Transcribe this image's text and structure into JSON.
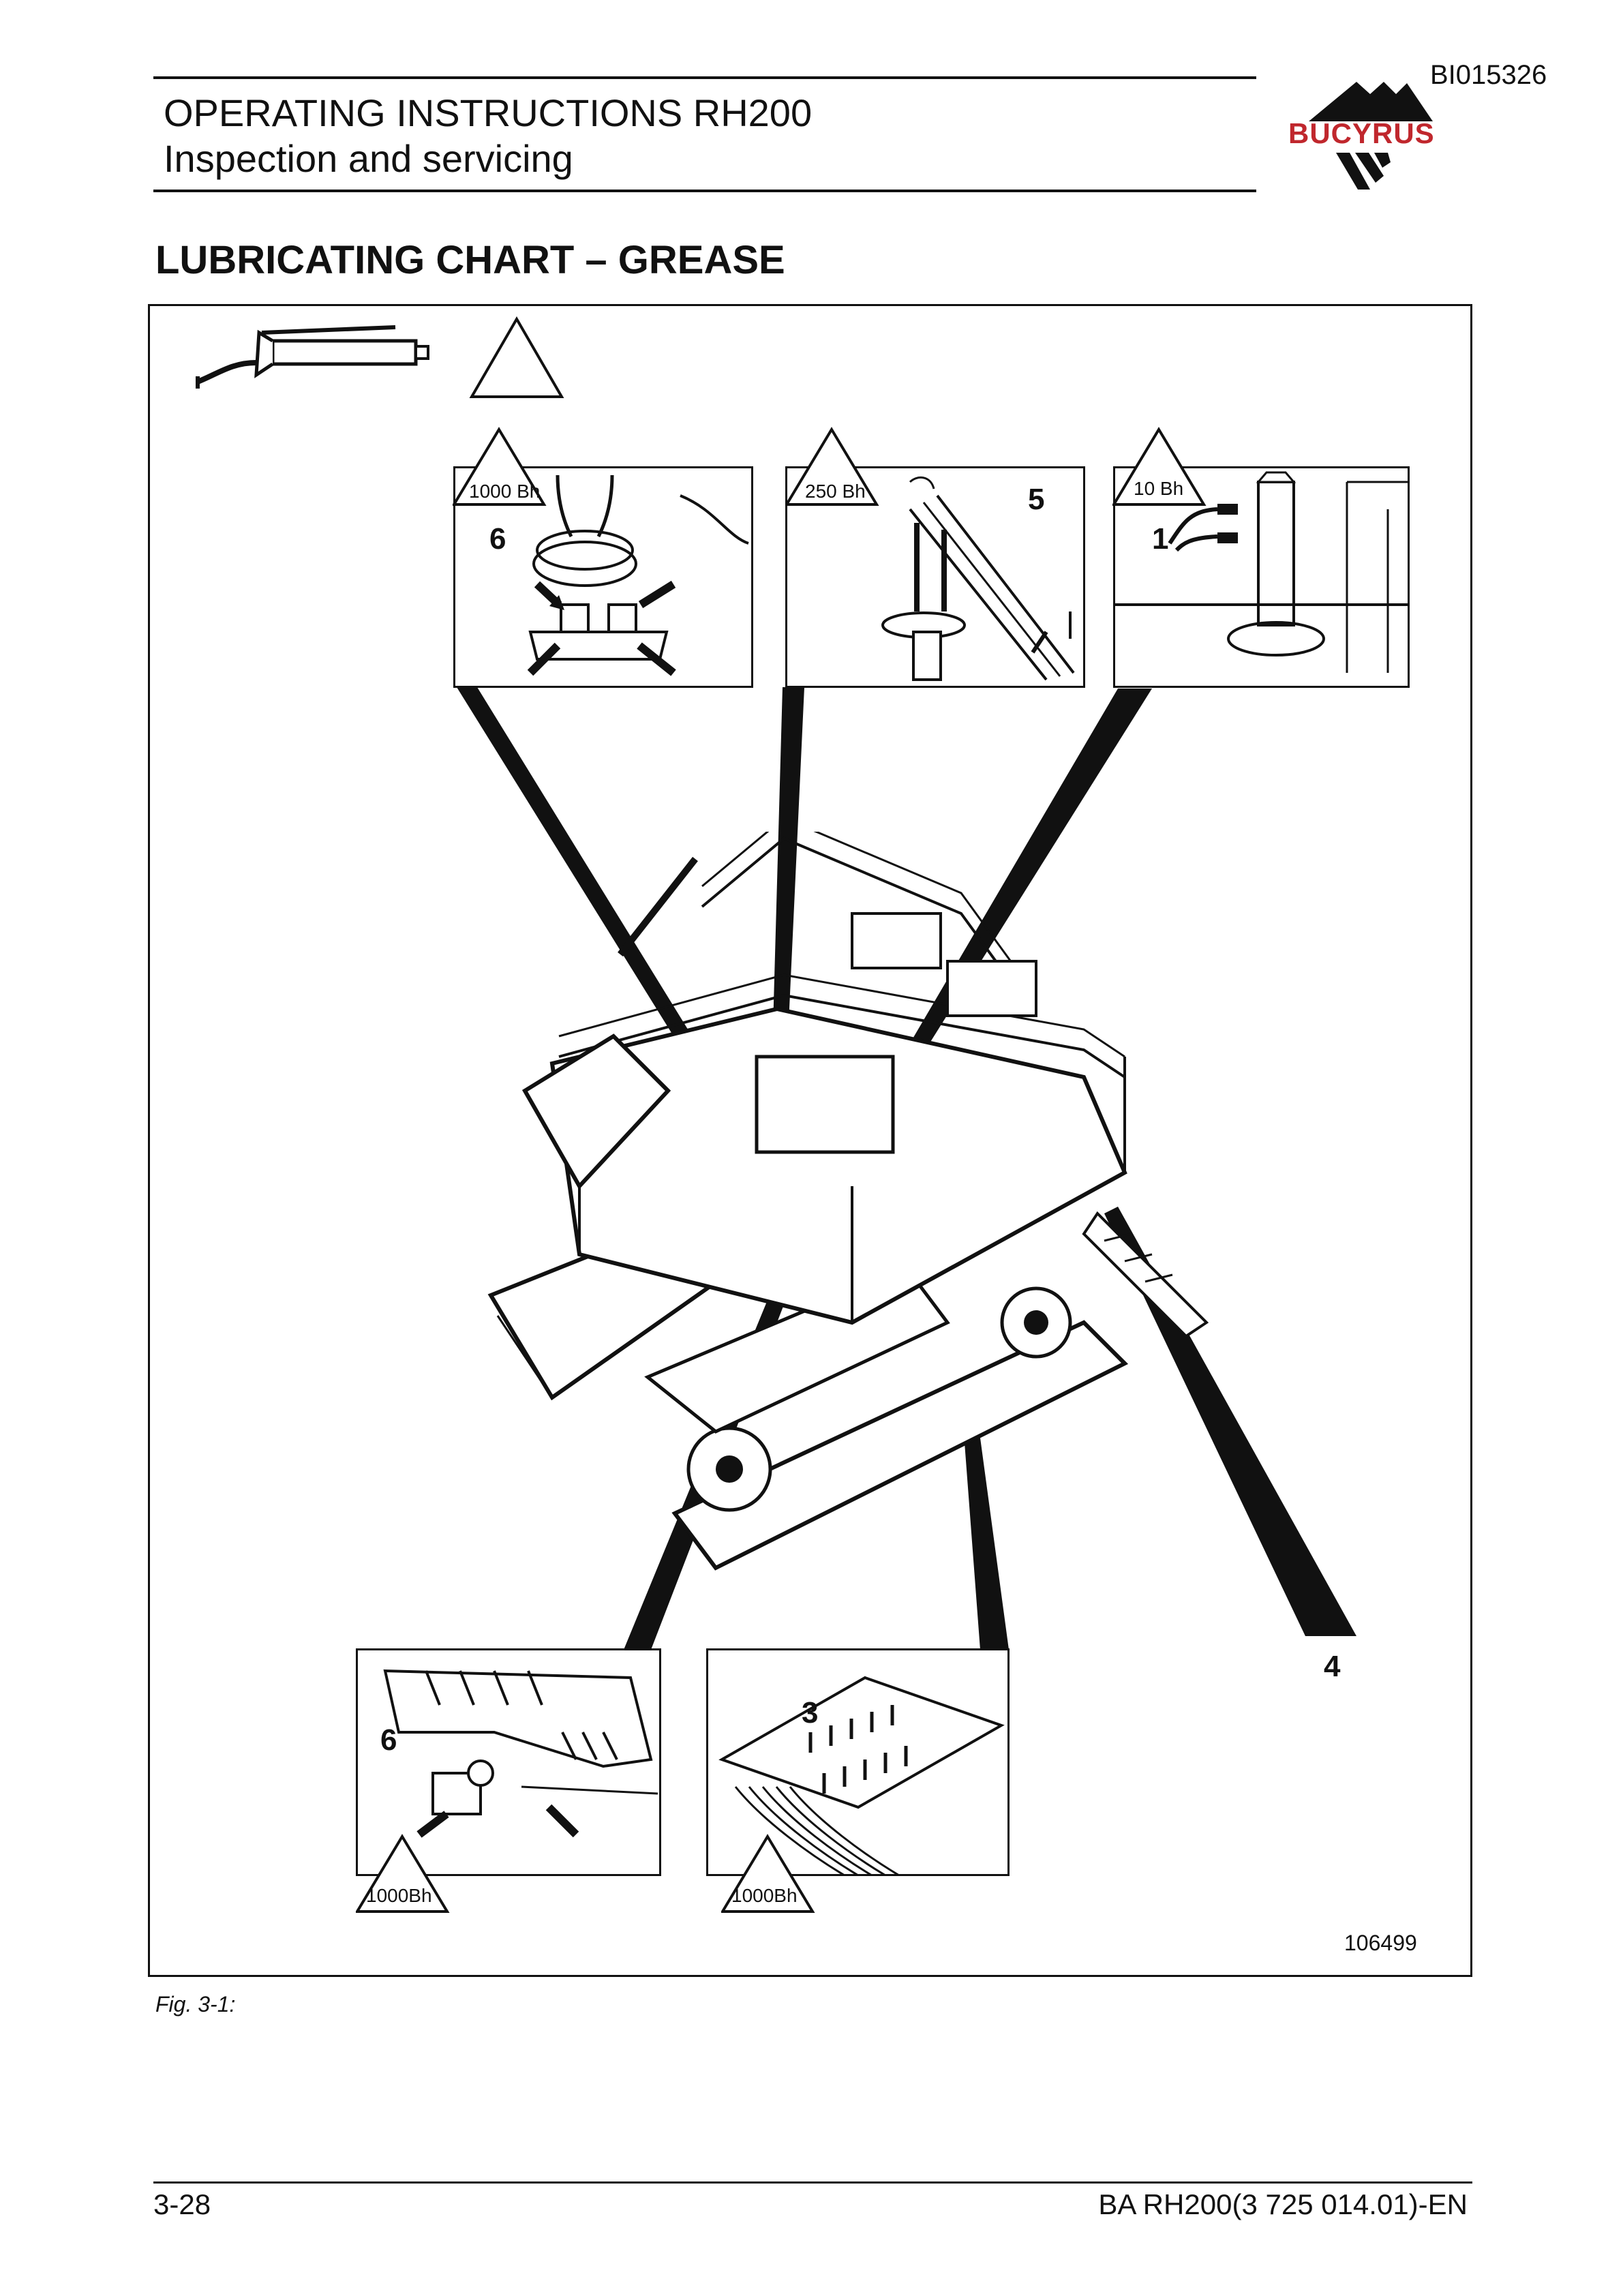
{
  "header": {
    "doc_id": "BI015326",
    "title": "OPERATING INSTRUCTIONS RH200",
    "subtitle": "Inspection and servicing",
    "logo_text": "BUCYRUS",
    "brand_color": "#c0272d"
  },
  "section_heading": "LUBRICATING CHART – GREASE",
  "figure": {
    "caption": "Fig. 3-1:",
    "figure_number": "106499",
    "callouts": [
      {
        "number": "6",
        "interval": "1000 Bh"
      },
      {
        "number": "5",
        "interval": "250 Bh"
      },
      {
        "number": "1",
        "interval": "10 Bh"
      },
      {
        "number": "4",
        "interval": ""
      },
      {
        "number": "6",
        "interval": "1000Bh"
      },
      {
        "number": "3",
        "interval": "1000Bh"
      }
    ]
  },
  "footer": {
    "page": "3-28",
    "doc_ref": "BA RH200(3 725 014.01)-EN"
  }
}
